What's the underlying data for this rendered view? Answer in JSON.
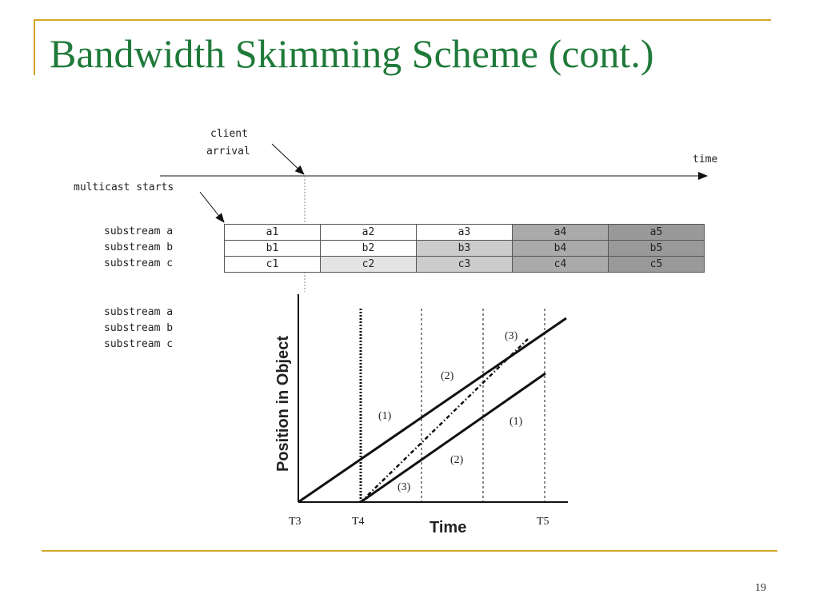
{
  "slide": {
    "title": "Bandwidth Skimming Scheme (cont.)",
    "page_number": "19"
  },
  "timeline": {
    "client_arrival_line1": "client",
    "client_arrival_line2": "arrival",
    "time_label": "time",
    "multicast_starts": "multicast starts"
  },
  "substream_labels": [
    "substream a",
    "substream b",
    "substream c"
  ],
  "substream_labels_lower": [
    "substream a",
    "substream b",
    "substream c"
  ],
  "grid": [
    [
      "a1",
      "a2",
      "a3",
      "a4",
      "a5"
    ],
    [
      "b1",
      "b2",
      "b3",
      "b4",
      "b5"
    ],
    [
      "c1",
      "c2",
      "c3",
      "c4",
      "c5"
    ]
  ],
  "grid_colors": [
    [
      "#ffffff",
      "#ffffff",
      "#ffffff",
      "#aaaaaa",
      "#999999"
    ],
    [
      "#ffffff",
      "#ffffff",
      "#cccccc",
      "#aaaaaa",
      "#999999"
    ],
    [
      "#ffffff",
      "#e4e4e4",
      "#cccccc",
      "#aaaaaa",
      "#999999"
    ]
  ],
  "graph": {
    "xlabel": "Time",
    "ylabel": "Position in Object",
    "ticks": [
      "T3",
      "T4",
      "T5"
    ],
    "labels": [
      "(1)",
      "(2)",
      "(3)",
      "(1)",
      "(2)",
      "(3)"
    ]
  }
}
